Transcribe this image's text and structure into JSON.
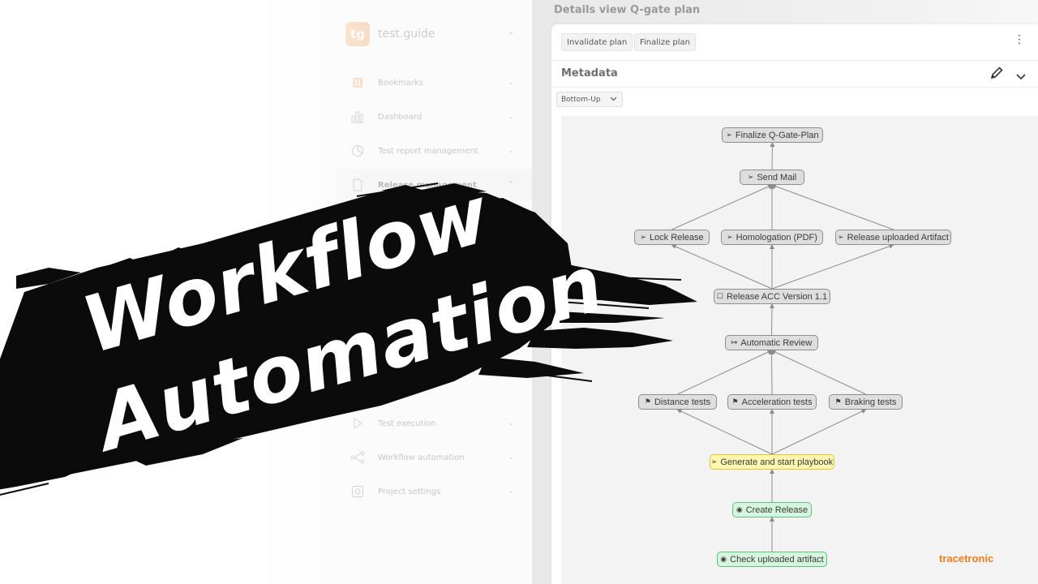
{
  "sidebar": {
    "brand_logo": "tg",
    "brand_name": "test.guide",
    "items": [
      {
        "label": "Bookmarks",
        "icon": "bookmark-icon"
      },
      {
        "label": "Dashboard",
        "icon": "dashboard-icon"
      },
      {
        "label": "Test report management",
        "icon": "report-icon"
      },
      {
        "label": "Release management",
        "icon": "release-icon"
      },
      {
        "label": "Test execution",
        "icon": "execution-icon"
      },
      {
        "label": "Workflow automation",
        "icon": "workflow-icon"
      },
      {
        "label": "Project settings",
        "icon": "settings-icon"
      }
    ]
  },
  "main": {
    "page_title": "Details view Q-gate plan",
    "buttons": {
      "invalidate": "Invalidate plan",
      "finalize": "Finalize plan"
    },
    "metadata_title": "Metadata",
    "direction": "Bottom-Up"
  },
  "graph": {
    "nodes": [
      {
        "label": "Finalize Q-Gate-Plan",
        "icon": "➢",
        "status": "default"
      },
      {
        "label": "Send Mail",
        "icon": "➢",
        "status": "default"
      },
      {
        "label": "Lock Release",
        "icon": "➢",
        "status": "default"
      },
      {
        "label": "Homologation (PDF)",
        "icon": "➢",
        "status": "default"
      },
      {
        "label": "Release uploaded Artifact",
        "icon": "➢",
        "status": "default"
      },
      {
        "label": "Release ACC Version 1.1",
        "icon": "☐",
        "status": "default"
      },
      {
        "label": "Automatic Review",
        "icon": "↦",
        "status": "default"
      },
      {
        "label": "Distance tests",
        "icon": "⚑",
        "status": "default"
      },
      {
        "label": "Acceleration tests",
        "icon": "⚑",
        "status": "default"
      },
      {
        "label": "Braking tests",
        "icon": "⚑",
        "status": "default"
      },
      {
        "label": "Generate and start playbook",
        "icon": "➢",
        "status": "running"
      },
      {
        "label": "Create Release",
        "icon": "◉",
        "status": "done"
      },
      {
        "label": "Check uploaded artifact",
        "icon": "◉",
        "status": "done"
      }
    ]
  },
  "overlay": {
    "title_line_1": "Workflow",
    "title_line_2": "Automation"
  },
  "corner_logo": "tracetronic",
  "colors": {
    "brand": "#ef7d1a",
    "running_fill": "#fff7b0",
    "done_fill": "#d6f5df",
    "default_fill": "#dedede"
  }
}
